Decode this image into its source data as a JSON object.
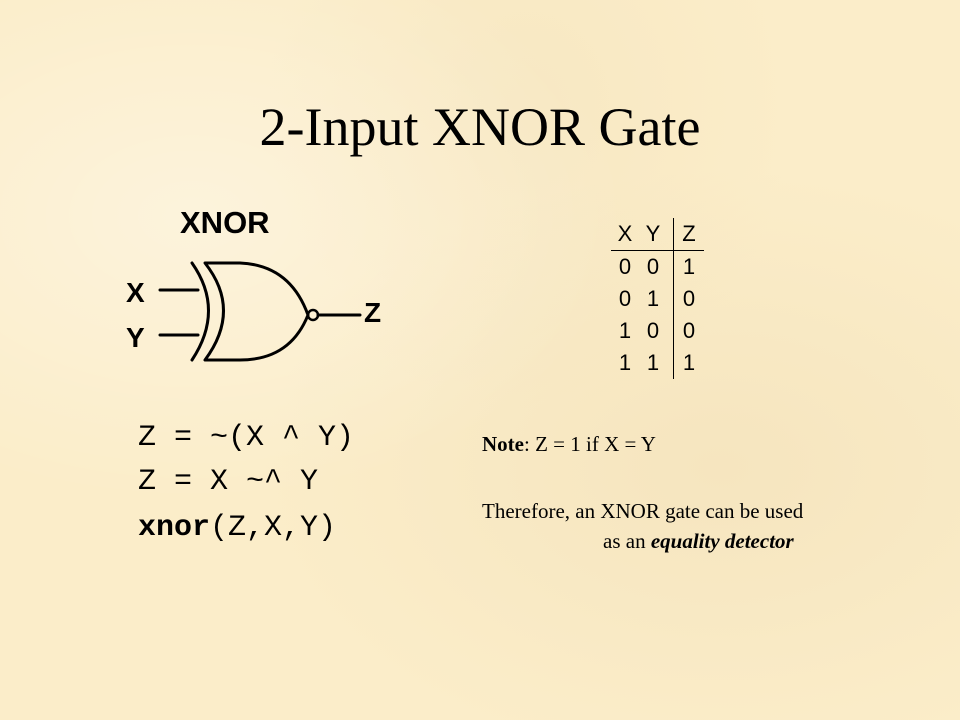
{
  "title": "2-Input XNOR Gate",
  "gate": {
    "name": "XNOR",
    "input_x": "X",
    "input_y": "Y",
    "output": "Z"
  },
  "equations": {
    "eq1": "Z = ~(X ^ Y)",
    "eq2": "Z = X ~^ Y",
    "eq3_keyword": "xnor",
    "eq3_args": "(Z,X,Y)"
  },
  "truth_table": {
    "headers": [
      "X",
      "Y",
      "Z"
    ],
    "rows": [
      [
        "0",
        "0",
        "1"
      ],
      [
        "0",
        "1",
        "0"
      ],
      [
        "1",
        "0",
        "0"
      ],
      [
        "1",
        "1",
        "1"
      ]
    ]
  },
  "note": {
    "label": "Note",
    "text": ": Z = 1 if X = Y"
  },
  "therefore": {
    "line1": "Therefore, an XNOR gate can be used",
    "line2_prefix": "as an ",
    "line2_emphasis": "equality detector"
  }
}
